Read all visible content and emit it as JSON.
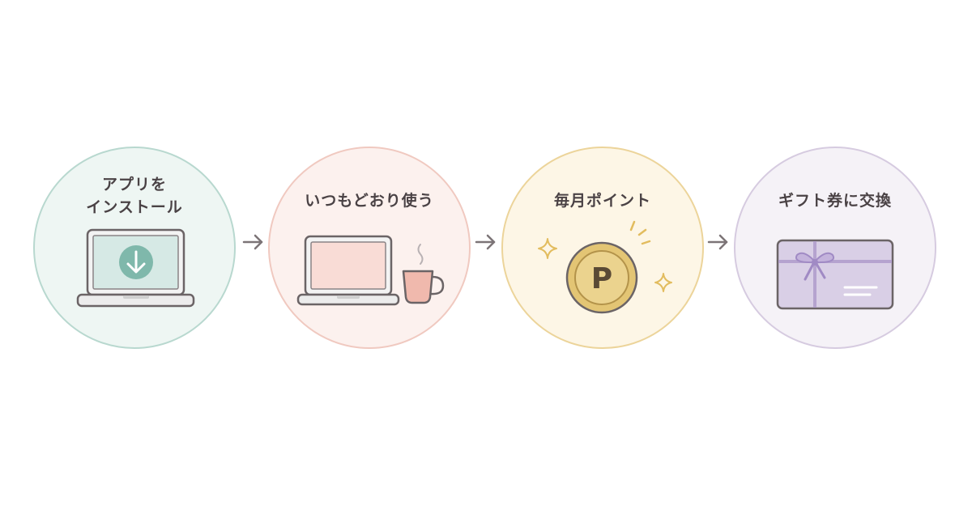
{
  "steps": [
    {
      "label_lines": [
        "アプリを",
        "インストール"
      ],
      "illustration": "laptop-download-icon",
      "color": "#b8d8cf"
    },
    {
      "label_lines": [
        "いつもどおり使う"
      ],
      "illustration": "laptop-coffee-icon",
      "color": "#f0c9c0"
    },
    {
      "label_lines": [
        "毎月ポイント"
      ],
      "illustration": "point-coin-icon",
      "coin_text": "P",
      "color": "#ecd49a"
    },
    {
      "label_lines": [
        "ギフト券に交換"
      ],
      "illustration": "gift-card-icon",
      "color": "#d6cbe0"
    }
  ],
  "connector_icon": "arrow-right-icon"
}
